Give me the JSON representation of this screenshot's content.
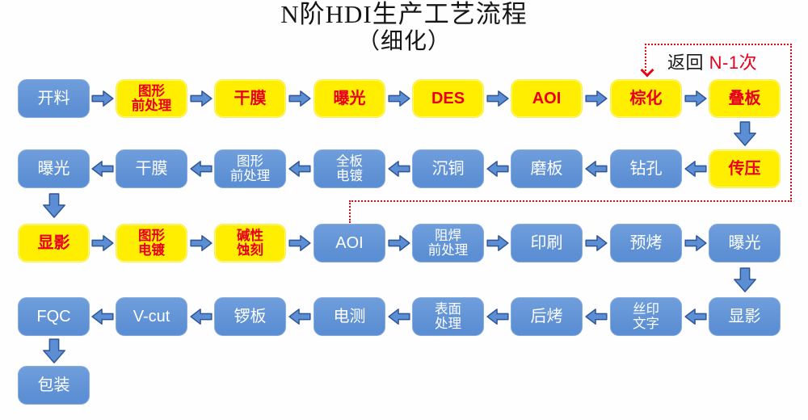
{
  "title": {
    "line1": "N阶HDI生产工艺流程",
    "line2": "（细化）"
  },
  "return_loop": {
    "prefix": "返回 ",
    "highlight": "N-1次"
  },
  "colors": {
    "box_blue": "#5b8ed3",
    "box_blue_light": "#6f9edb",
    "box_blue_border": "#86abe1",
    "box_yellow": "#ffee00",
    "yellow_text_red": "#e8001f",
    "blue_text": "#ffffff",
    "arrow_fill": "#5b8ed3",
    "arrow_stroke": "#2f5597",
    "loop_red": "#e30613",
    "label_dark": "#1a1a1a"
  },
  "rows": [
    {
      "direction": "right",
      "nodes": [
        {
          "label": "开料",
          "style": "blue"
        },
        {
          "label": "图形\n前处理",
          "style": "yellow"
        },
        {
          "label": "干膜",
          "style": "yellow"
        },
        {
          "label": "曝光",
          "style": "yellow"
        },
        {
          "label": "DES",
          "style": "yellow"
        },
        {
          "label": "AOI",
          "style": "yellow"
        },
        {
          "label": "棕化",
          "style": "yellow"
        },
        {
          "label": "叠板",
          "style": "yellow"
        }
      ]
    },
    {
      "direction": "left",
      "nodes": [
        {
          "label": "曝光",
          "style": "blue"
        },
        {
          "label": "干膜",
          "style": "blue"
        },
        {
          "label": "图形\n前处理",
          "style": "blue"
        },
        {
          "label": "全板\n电镀",
          "style": "blue"
        },
        {
          "label": "沉铜",
          "style": "blue"
        },
        {
          "label": "磨板",
          "style": "blue"
        },
        {
          "label": "钻孔",
          "style": "blue"
        },
        {
          "label": "传压",
          "style": "yellow"
        }
      ]
    },
    {
      "direction": "right",
      "nodes": [
        {
          "label": "显影",
          "style": "yellow"
        },
        {
          "label": "图形\n电镀",
          "style": "yellow"
        },
        {
          "label": "碱性\n蚀刻",
          "style": "yellow"
        },
        {
          "label": "AOI",
          "style": "blue"
        },
        {
          "label": "阻焊\n前处理",
          "style": "blue"
        },
        {
          "label": "印刷",
          "style": "blue"
        },
        {
          "label": "预烤",
          "style": "blue"
        },
        {
          "label": "曝光",
          "style": "blue"
        }
      ]
    },
    {
      "direction": "left",
      "nodes": [
        {
          "label": "FQC",
          "style": "blue"
        },
        {
          "label": "V-cut",
          "style": "blue"
        },
        {
          "label": "锣板",
          "style": "blue"
        },
        {
          "label": "电测",
          "style": "blue"
        },
        {
          "label": "表面\n处理",
          "style": "blue"
        },
        {
          "label": "后烤",
          "style": "blue"
        },
        {
          "label": "丝印\n文字",
          "style": "blue"
        },
        {
          "label": "显影",
          "style": "blue"
        }
      ]
    },
    {
      "direction": "right",
      "nodes": [
        {
          "label": "包装",
          "style": "blue"
        }
      ]
    }
  ],
  "down_connectors": [
    {
      "from_row": 0,
      "col": 7
    },
    {
      "from_row": 1,
      "col": 0
    },
    {
      "from_row": 2,
      "col": 7
    },
    {
      "from_row": 3,
      "col": 0
    }
  ]
}
